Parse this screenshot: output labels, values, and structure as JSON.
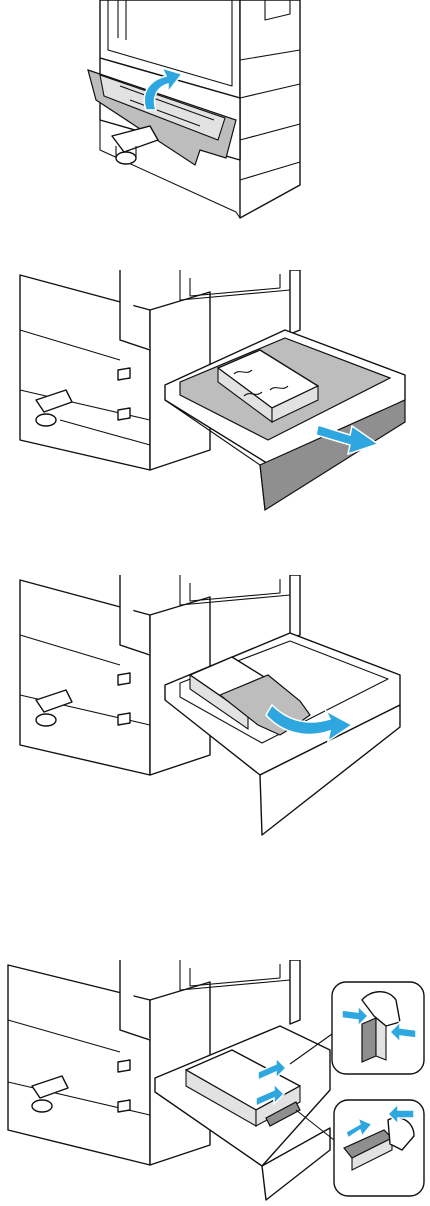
{
  "steps": [
    {
      "id": 1,
      "depicts": "lower-left-door"
    },
    {
      "id": 2,
      "depicts": "tray-pull-out"
    },
    {
      "id": 3,
      "depicts": "jammed-paper-removal"
    },
    {
      "id": 4,
      "depicts": "paper-guides"
    }
  ],
  "colors": {
    "arrow": "#2ea6df",
    "line": "#111111",
    "tray": "#bdbdbd",
    "tray_dark": "#8f8f8f",
    "background": "#ffffff"
  },
  "icons": [
    "curved-arrow-icon",
    "straight-arrow-icon",
    "squeeze-arrow-icon"
  ]
}
